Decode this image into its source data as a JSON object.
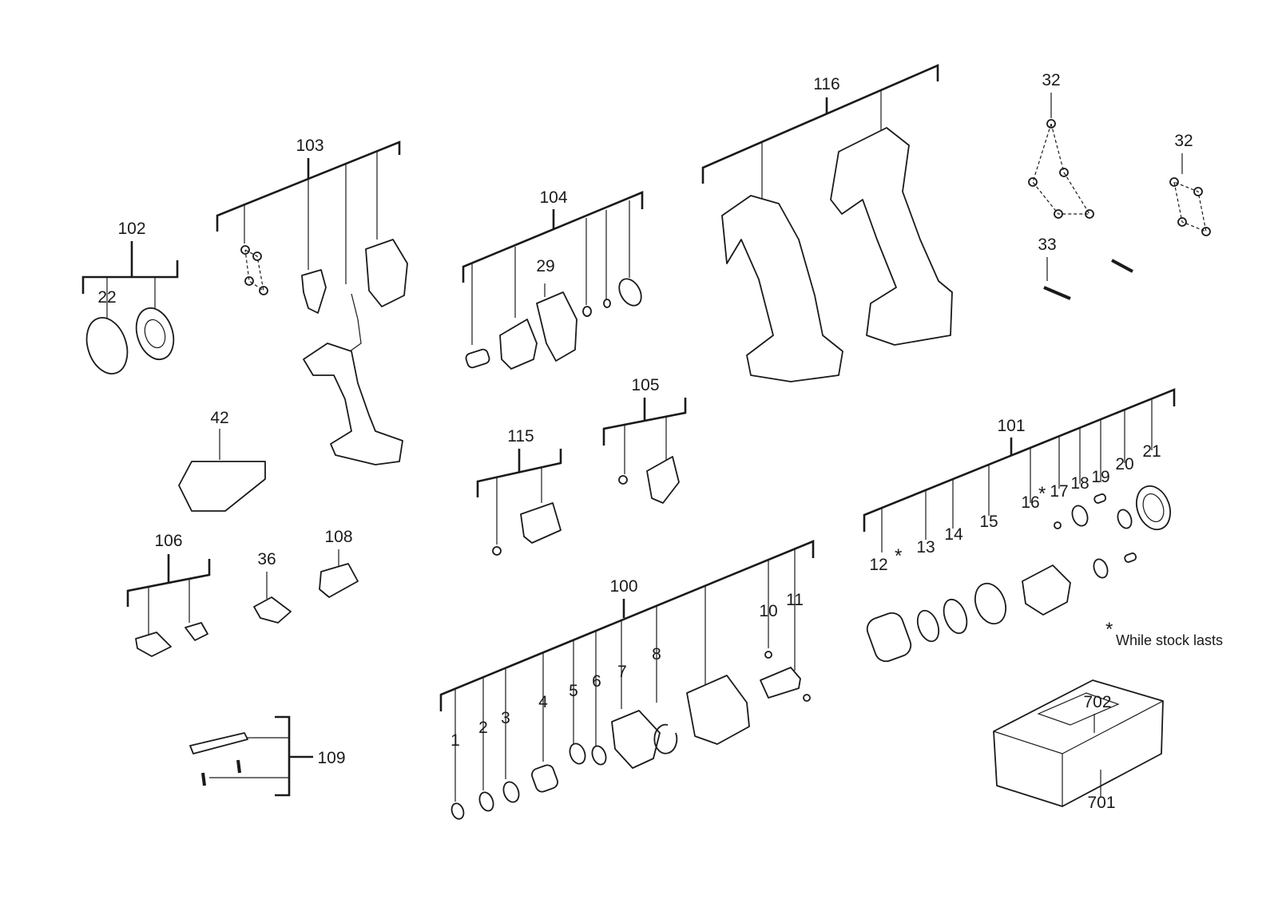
{
  "labels": {
    "p1": "1",
    "p2": "2",
    "p3": "3",
    "p4": "4",
    "p5": "5",
    "p6": "6",
    "p7": "7",
    "p8": "8",
    "p10": "10",
    "p11": "11",
    "p12": "12",
    "p13": "13",
    "p14": "14",
    "p15": "15",
    "p16": "16",
    "p17": "17",
    "p18": "18",
    "p19": "19",
    "p20": "20",
    "p21": "21",
    "p22": "22",
    "p29": "29",
    "p32a": "32",
    "p32b": "32",
    "p33": "33",
    "p36": "36",
    "p42": "42",
    "p100": "100",
    "p101": "101",
    "p102": "102",
    "p103": "103",
    "p104": "104",
    "p105": "105",
    "p106": "106",
    "p108": "108",
    "p109": "109",
    "p115": "115",
    "p116": "116",
    "p701": "701",
    "p702": "702"
  },
  "markers": {
    "star_12": "*",
    "star_17": "*",
    "star_note": "*"
  },
  "note": {
    "while_stock_lasts": "While stock lasts"
  }
}
